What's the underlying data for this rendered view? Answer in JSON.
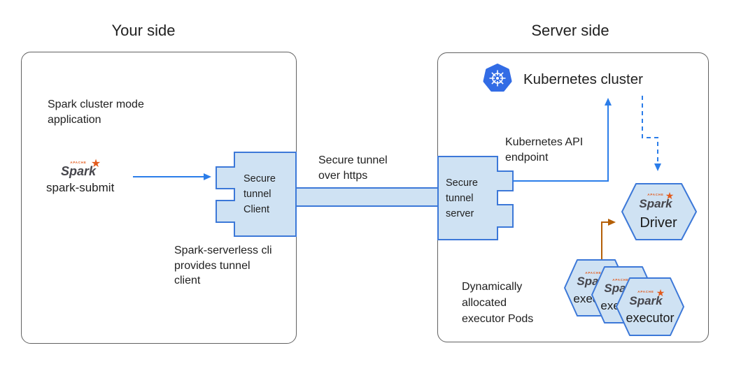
{
  "titles": {
    "your_side": "Your side",
    "server_side": "Server side"
  },
  "left_panel": {
    "app_note": "Spark cluster mode\napplication",
    "spark_submit_label": "spark-submit",
    "tunnel_client_label": "Secure\ntunnel\nClient",
    "cli_note": "Spark-serverless cli\nprovides tunnel\nclient"
  },
  "tunnel": {
    "label": "Secure tunnel\nover https"
  },
  "right_panel": {
    "kubernetes_title": "Kubernetes cluster",
    "api_endpoint_label": "Kubernetes API\nendpoint",
    "tunnel_server_label": "Secure\ntunnel\nserver",
    "pods_note": "Dynamically\nallocated\nexecutor Pods",
    "driver_label": "Driver",
    "executor_label": "executor"
  },
  "spark_logo": {
    "apache": "APACHE",
    "name": "Spark",
    "star": "★"
  },
  "colors": {
    "shape_fill": "#cfe2f3",
    "shape_stroke": "#3c78d8",
    "arrow_blue": "#2b7de9",
    "arrow_orange": "#b45f06",
    "kubernetes_blue": "#326ce5",
    "spark_orange": "#e25a1c",
    "spark_text": "#45454b",
    "box_border": "#616161",
    "text": "#212121"
  }
}
